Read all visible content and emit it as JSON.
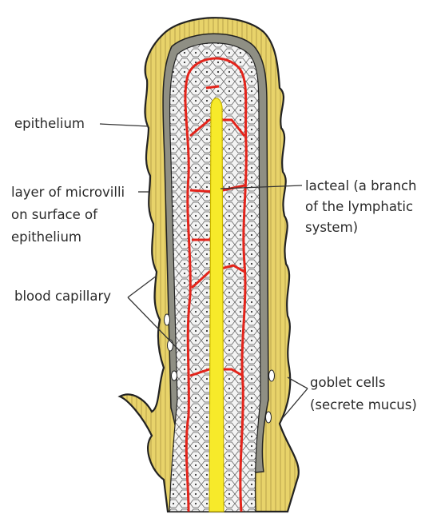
{
  "labels": {
    "epithelium": "epithelium",
    "microvilli": [
      "layer of microvilli",
      "on surface of",
      "epithelium"
    ],
    "capillary": "blood capillary",
    "lacteal": [
      "lacteal (a branch",
      "of the lymphatic",
      "system)"
    ],
    "goblet": [
      "goblet cells",
      "(secrete mucus)"
    ]
  },
  "colors": {
    "epithelium_fill": "#e8d36a",
    "epithelium_stripe": "#b7a24a",
    "epithelium_inner": "#8f8f84",
    "outline": "#222222",
    "capillary": "#e3241b",
    "lacteal": "#f7ea2a",
    "lacteal_edge": "#c9b400",
    "tissue": "#f4f4f4"
  }
}
